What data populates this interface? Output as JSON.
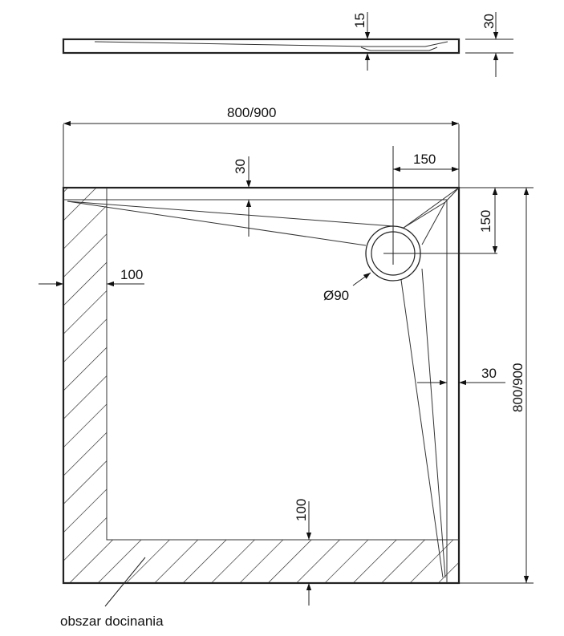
{
  "profile": {
    "depth_label": "15",
    "height_label": "30"
  },
  "plan": {
    "width_label": "800/900",
    "height_label": "800/900",
    "rim_top_label": "30",
    "rim_right_label": "30",
    "drain_offset_x_label": "150",
    "drain_offset_y_label": "150",
    "drain_diameter_label": "Ø90",
    "cut_left_label": "100",
    "cut_bottom_label": "100",
    "cut_area_caption": "obszar docinania"
  },
  "colors": {
    "line": "#222222",
    "background": "#ffffff"
  }
}
